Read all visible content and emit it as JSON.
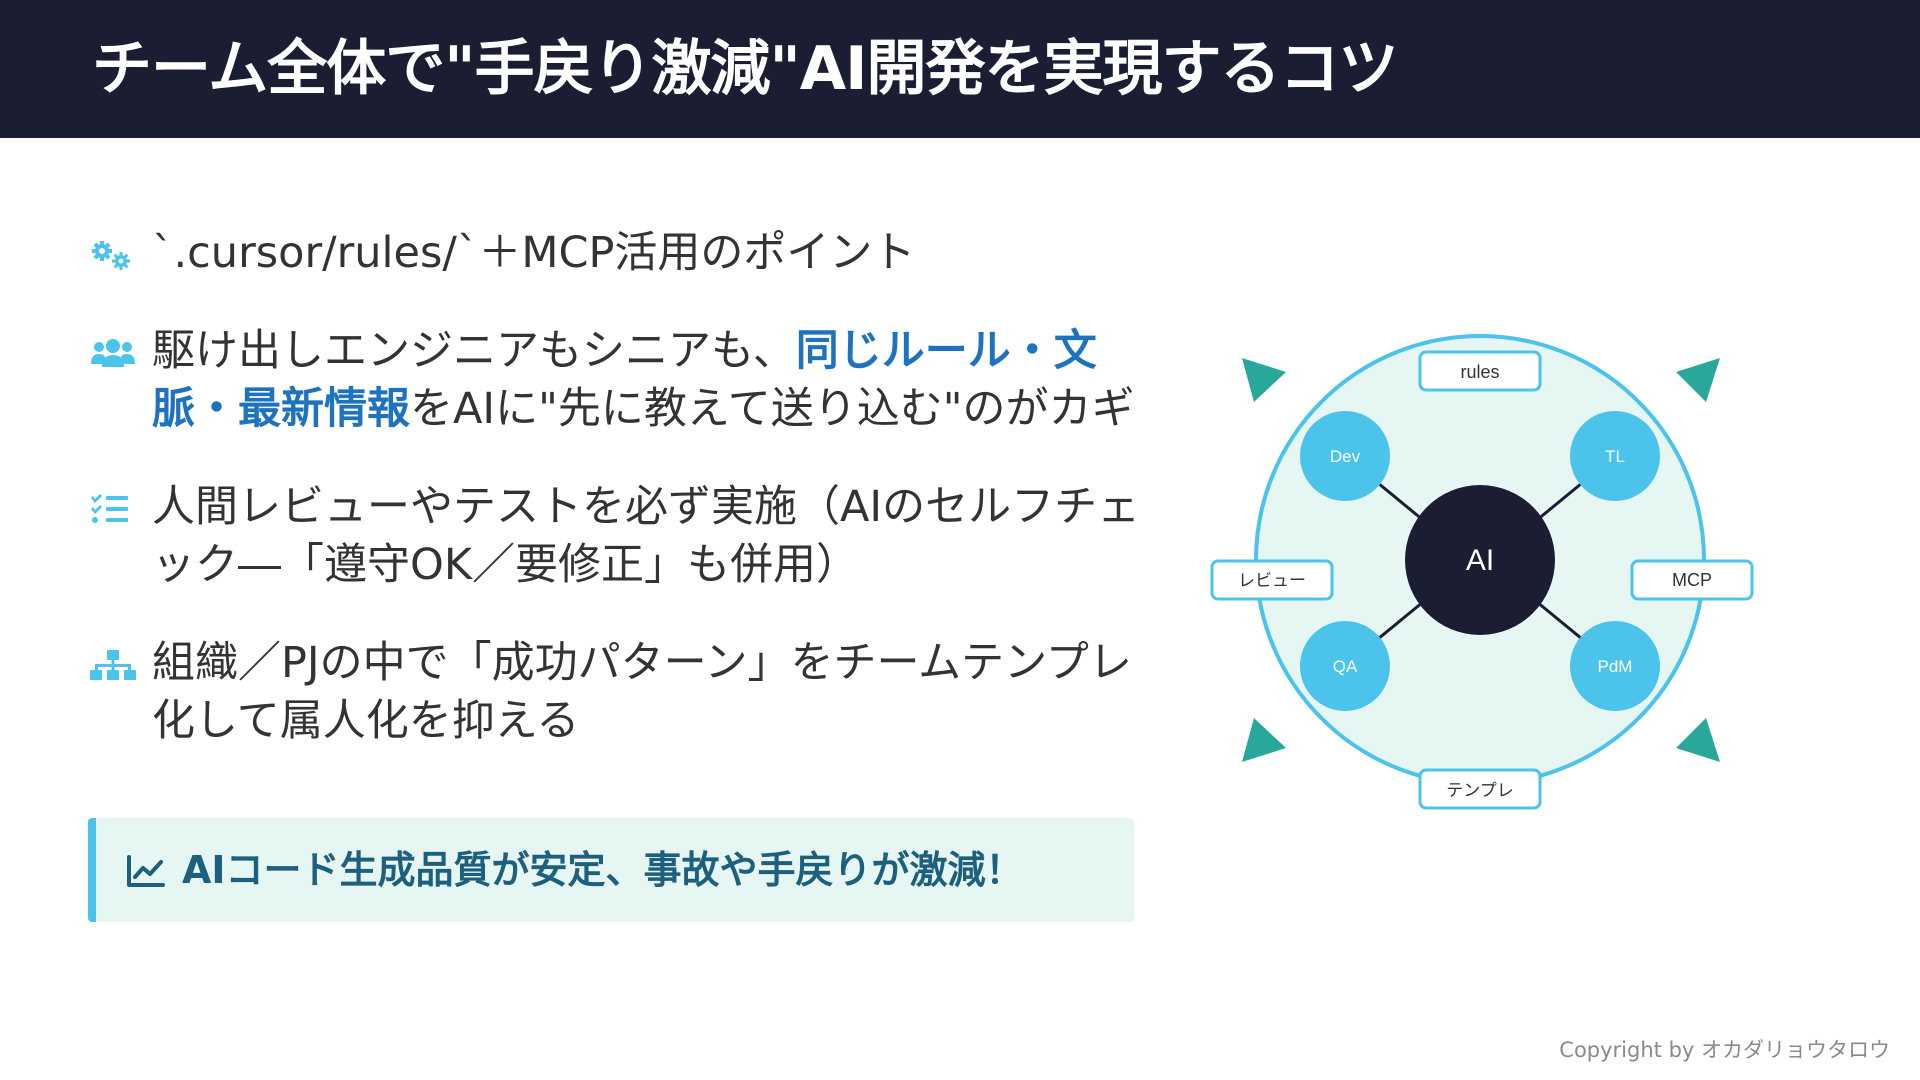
{
  "title": "チーム全体で\"手戻り激減\"AI開発を実現するコツ",
  "bullets": [
    {
      "icon": "gears-icon",
      "text": "`.cursor/rules/`＋MCP活用のポイント"
    },
    {
      "icon": "users-icon",
      "before": "駆け出しエンジニアもシニアも、",
      "highlight": "同じルール・文脈・最新情報",
      "after": "をAIに\"先に教えて送り込む\"のがカギ"
    },
    {
      "icon": "checklist-icon",
      "text": "人間レビューやテストを必ず実施（AIのセルフチェック―「遵守OK／要修正」も併用）"
    },
    {
      "icon": "org-chart-icon",
      "text": "組織／PJの中で「成功パターン」をチームテンプレ化して属人化を抑える"
    }
  ],
  "callout": {
    "icon": "chart-line-icon",
    "text": "AIコード生成品質が安定、事故や手戻りが激減！"
  },
  "diagram": {
    "center": "AI",
    "roles": {
      "top_left": "Dev",
      "top_right": "TL",
      "bottom_left": "QA",
      "bottom_right": "PdM"
    },
    "tags": {
      "top": "rules",
      "left": "レビュー",
      "right": "MCP",
      "bottom": "テンプレ"
    }
  },
  "copyright": "Copyright by オカダリョウタロウ",
  "colors": {
    "title_bar": "#1b1e33",
    "highlight": "#1e73be",
    "icon": "#4cc3ea",
    "node": "#4cc3ea",
    "center_node": "#1b1e33",
    "arrow": "#2aa79b",
    "circle_fill": "#e6f6f2",
    "callout_text": "#1d5f7f"
  }
}
